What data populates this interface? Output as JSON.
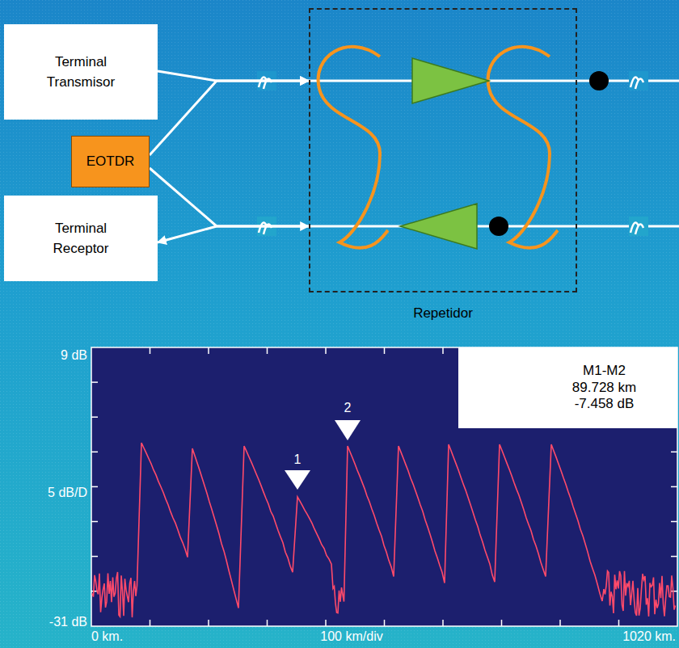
{
  "diagram": {
    "nodes": [
      {
        "text": [
          "Terminal Transmisor"
        ]
      },
      {
        "text": [
          "EOTDR"
        ]
      },
      {
        "text": [
          "Terminal Receptor"
        ]
      },
      {
        "text": [
          "Repetidor"
        ]
      },
      {
        "text": [
          "M1-M2",
          "89.728 km",
          "-7.458 dB"
        ]
      }
    ],
    "edges": [
      {
        "from": 0,
        "to": 3,
        "arrow": "to"
      },
      {
        "from": 1,
        "to": 3,
        "arrow": "to"
      },
      {
        "from": 1,
        "to": 3,
        "arrow": "to"
      },
      {
        "from": 3,
        "to": 2,
        "arrow": "to"
      }
    ],
    "labels": [
      "9 dB",
      "5 dB/D",
      "-31 dB",
      "0 km.",
      "100 km/div",
      "1020 km.",
      "1",
      "2"
    ]
  }
}
